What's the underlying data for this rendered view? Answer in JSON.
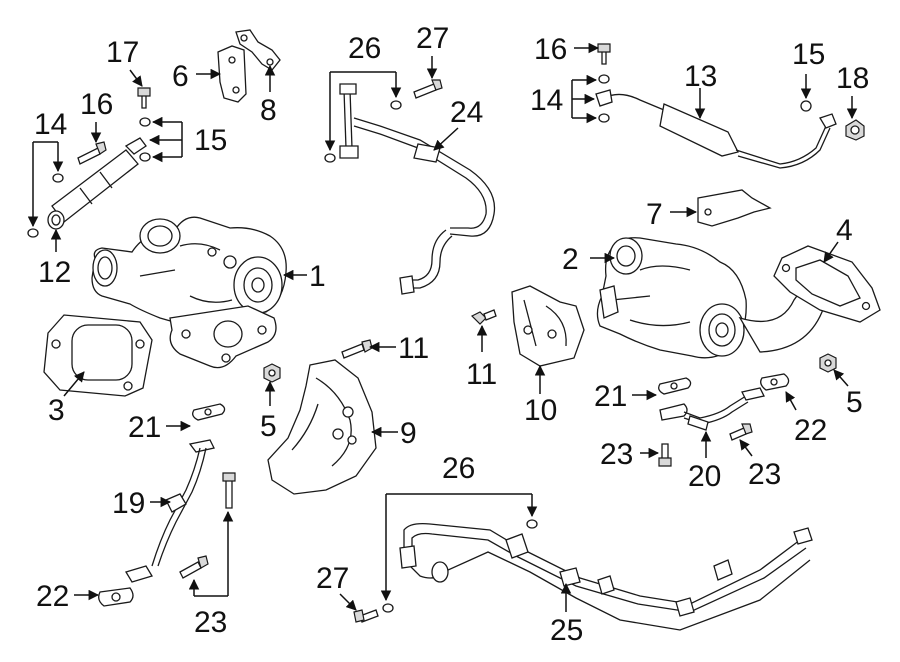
{
  "callouts": {
    "c1": "1",
    "c2": "2",
    "c3": "3",
    "c4": "4",
    "c5a": "5",
    "c5b": "5",
    "c6": "6",
    "c7": "7",
    "c8": "8",
    "c9": "9",
    "c10": "10",
    "c11a": "11",
    "c11b": "11",
    "c12": "12",
    "c13": "13",
    "c14a": "14",
    "c14b": "14",
    "c15a": "15",
    "c15b": "15",
    "c16a": "16",
    "c16b": "16",
    "c17": "17",
    "c18": "18",
    "c19": "19",
    "c20": "20",
    "c21a": "21",
    "c21b": "21",
    "c22a": "22",
    "c22b": "22",
    "c23a": "23",
    "c23b": "23",
    "c23c": "23",
    "c24": "24",
    "c25": "25",
    "c26a": "26",
    "c26b": "26",
    "c27a": "27",
    "c27b": "27"
  }
}
